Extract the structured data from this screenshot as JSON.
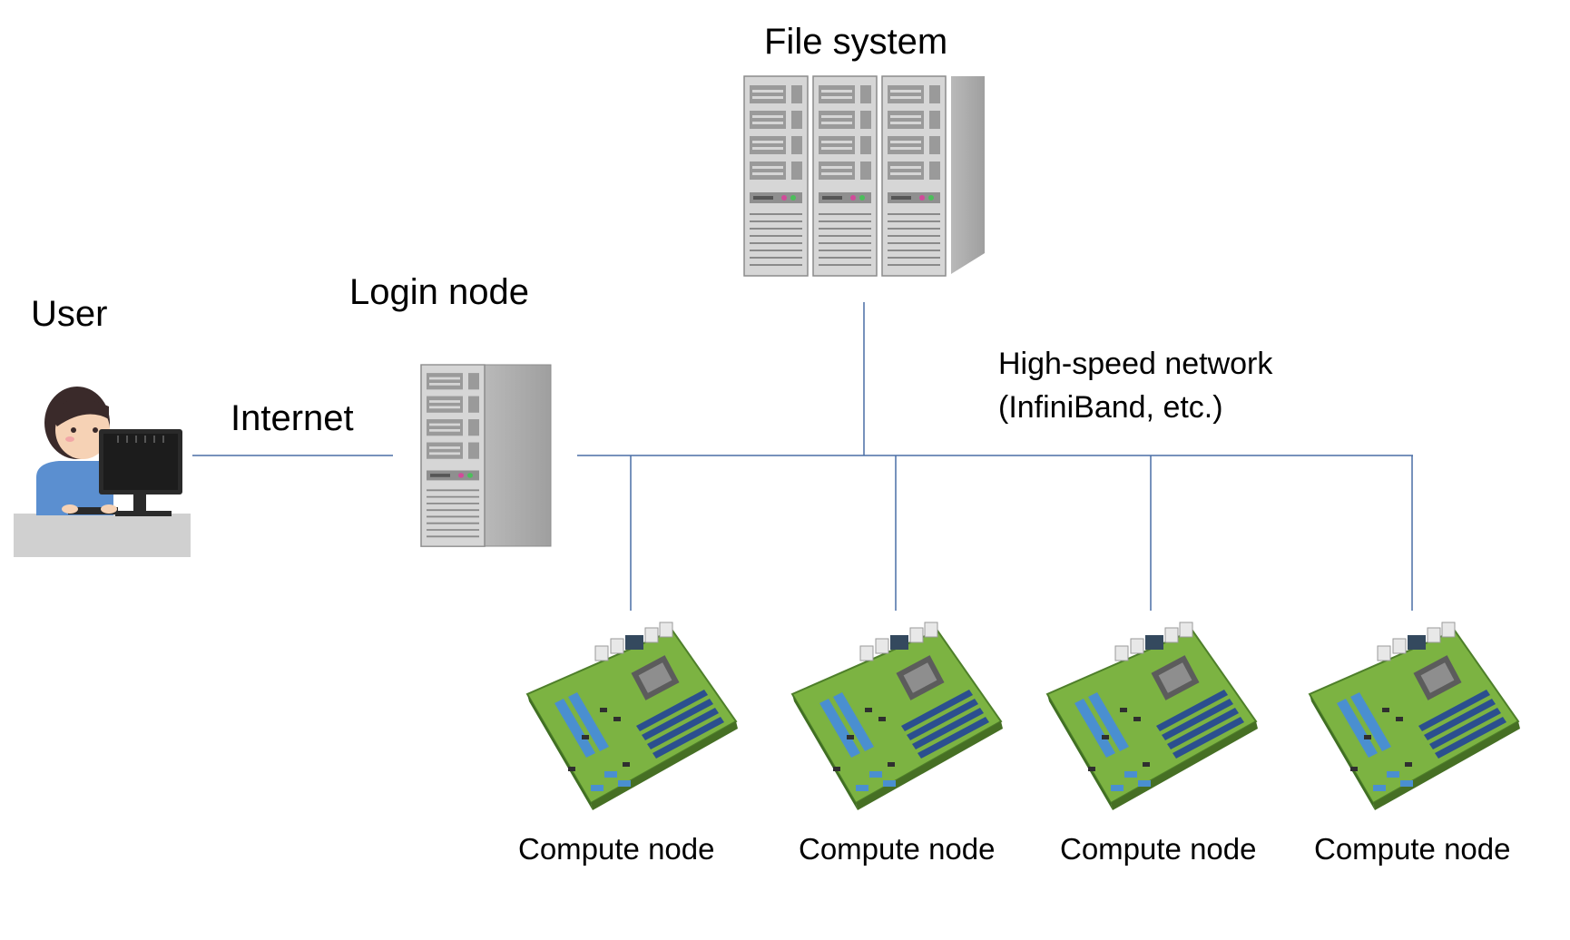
{
  "labels": {
    "file_system": "File system",
    "login_node": "Login node",
    "user": "User",
    "internet": "Internet",
    "network_line1": "High-speed network",
    "network_line2": "(InfiniBand, etc.)"
  },
  "compute_nodes": [
    {
      "label": "Compute node"
    },
    {
      "label": "Compute node"
    },
    {
      "label": "Compute node"
    },
    {
      "label": "Compute node"
    }
  ],
  "colors": {
    "link_line": "#4a6fa5",
    "server_body": "#c9c9c9",
    "board_green": "#6aa84f",
    "board_blue": "#4a8fd0"
  },
  "icons": {
    "user": "person-at-computer-icon",
    "login": "server-tower-icon",
    "file_system": "server-rack-icon",
    "compute": "motherboard-icon"
  }
}
